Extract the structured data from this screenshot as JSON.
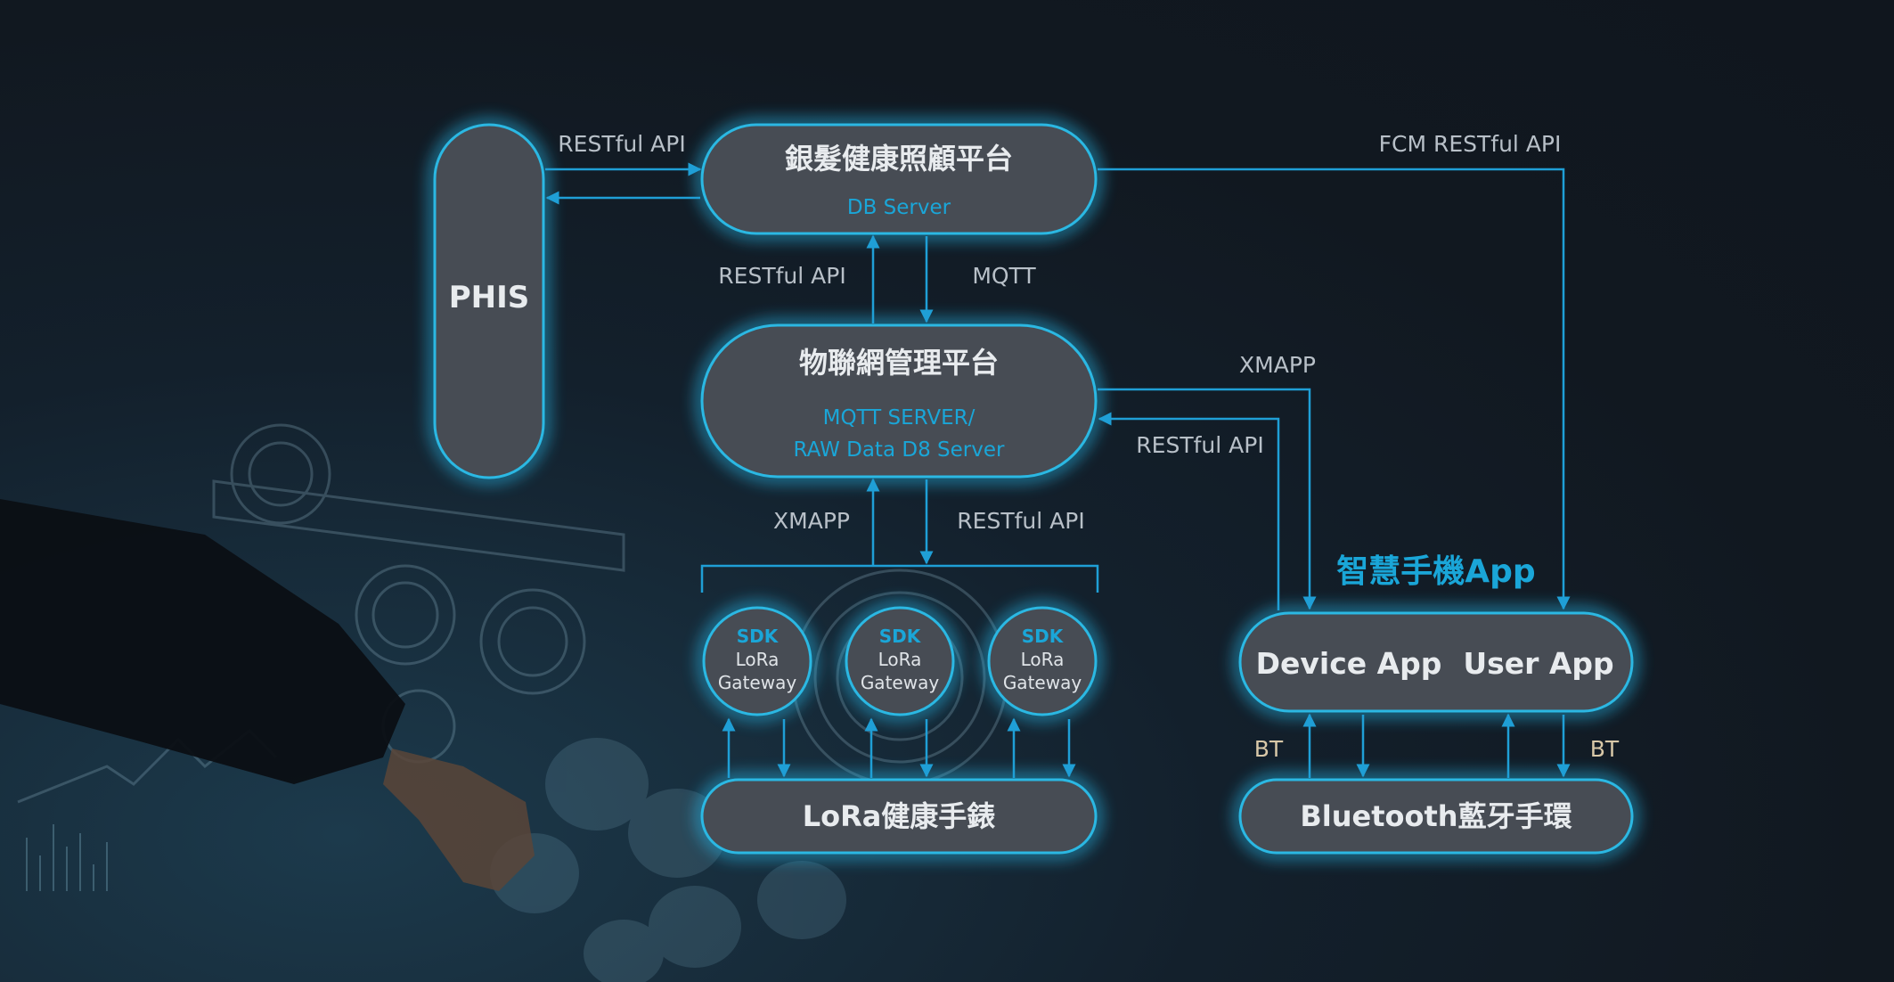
{
  "nodes": {
    "phis": {
      "label": "PHIS"
    },
    "platform": {
      "title": "銀髮健康照顧平台",
      "subtitle": "DB Server"
    },
    "iot": {
      "title": "物聯網管理平台",
      "subtitle1": "MQTT SERVER/",
      "subtitle2": "RAW Data D8 Server"
    },
    "gateways": [
      {
        "sdk": "SDK",
        "line1": "LoRa",
        "line2": "Gateway"
      },
      {
        "sdk": "SDK",
        "line1": "LoRa",
        "line2": "Gateway"
      },
      {
        "sdk": "SDK",
        "line1": "LoRa",
        "line2": "Gateway"
      }
    ],
    "lora_watch": {
      "label": "LoRa健康手錶"
    },
    "smart_app": {
      "heading": "智慧手機App",
      "device_app": "Device App",
      "user_app": "User App"
    },
    "bluetooth": {
      "label": "Bluetooth藍牙手環"
    }
  },
  "edges": {
    "phis_platform": "RESTful API",
    "fcm": "FCM RESTful API",
    "platform_iot_up": "RESTful API",
    "platform_iot_down": "MQTT",
    "iot_app_xmapp": "XMAPP",
    "iot_app_rest": "RESTful API",
    "iot_gw_xmapp": "XMAPP",
    "iot_gw_rest": "RESTful API",
    "bt_left": "BT",
    "bt_right": "BT"
  },
  "colors": {
    "accent": "#1aa6d8",
    "node_fill": "#474c54",
    "glow": "#2bb8e3",
    "background": "#111820"
  }
}
